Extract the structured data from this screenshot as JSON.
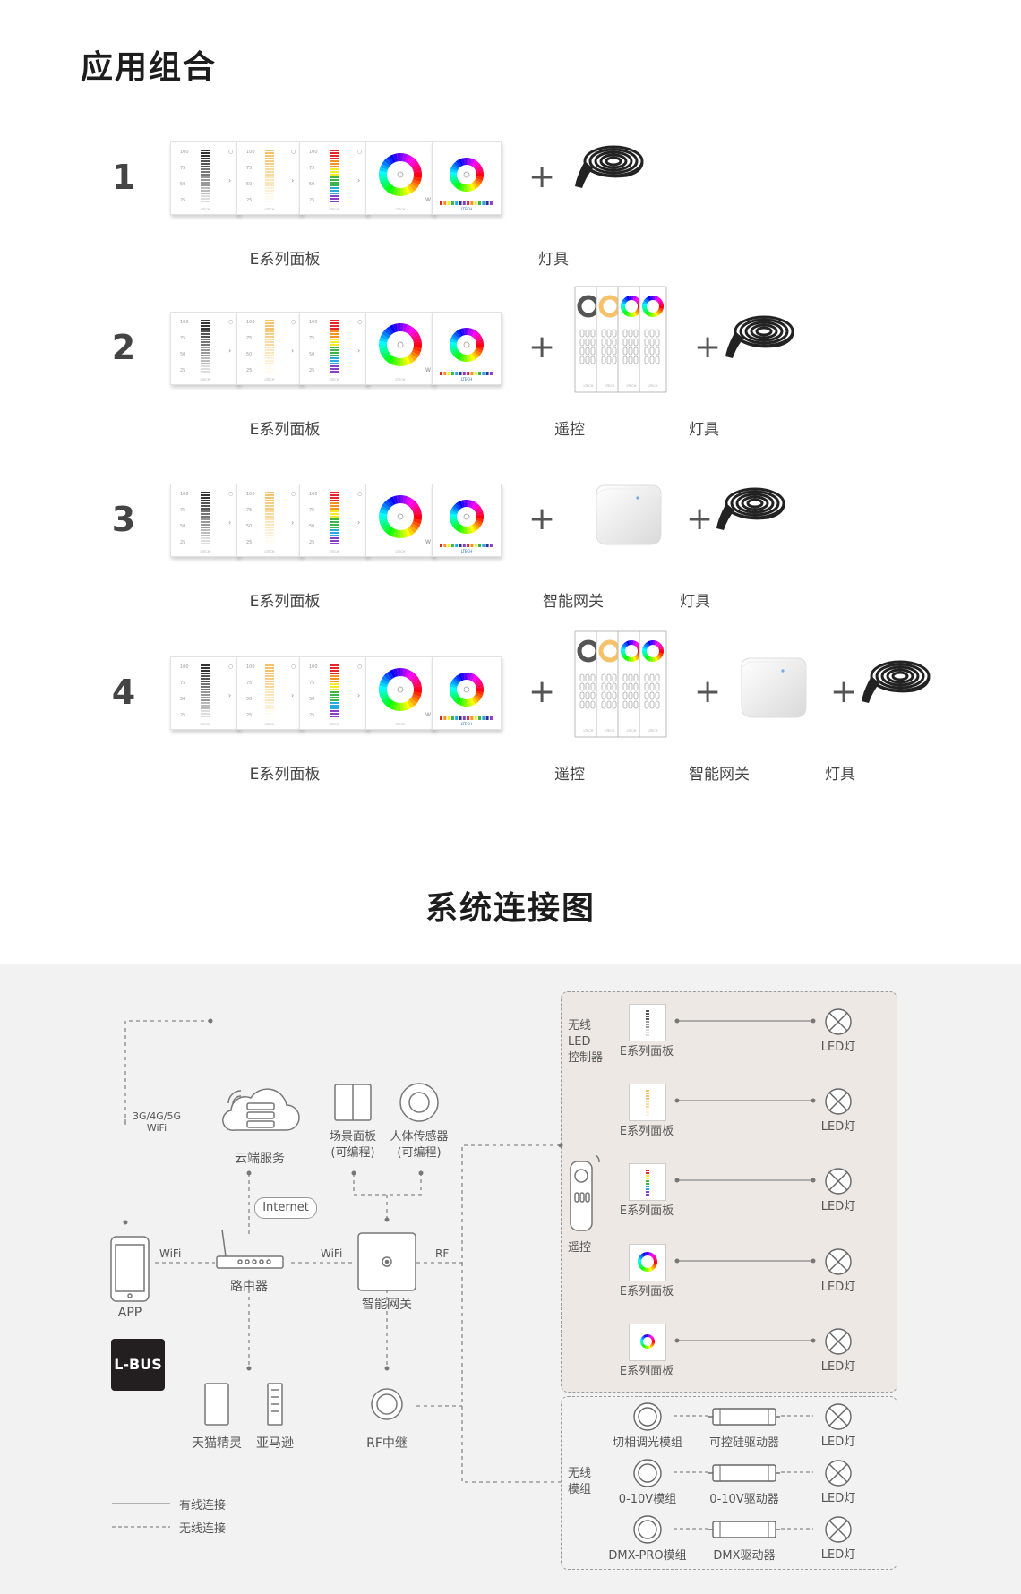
{
  "section1": {
    "title": "应用组合"
  },
  "combos": [
    {
      "num": "1",
      "items": [
        "E系列面板",
        "灯具"
      ]
    },
    {
      "num": "2",
      "items": [
        "E系列面板",
        "遥控",
        "灯具"
      ]
    },
    {
      "num": "3",
      "items": [
        "E系列面板",
        "智能网关",
        "灯具"
      ]
    },
    {
      "num": "4",
      "items": [
        "E系列面板",
        "遥控",
        "智能网关",
        "灯具"
      ]
    }
  ],
  "plus_sign": "+",
  "panel_marks": {
    "scale": [
      "100",
      "75",
      "50",
      "25"
    ],
    "brand": "LTECH",
    "w_mark": "W"
  },
  "section2": {
    "title": "系统连接图"
  },
  "diagram": {
    "net_label": "3G/4G/5G",
    "wifi_label": "WiFi",
    "cloud": "云端服务",
    "internet": "Internet",
    "app": "APP",
    "lbus": "L-BUS",
    "router": "路由器",
    "gateway": "智能网关",
    "rf": "RF",
    "scene_panel": "场景面板",
    "scene_panel_sub": "(可编程)",
    "sensor": "人体传感器",
    "sensor_sub": "(可编程)",
    "tmall": "天猫精灵",
    "amazon": "亚马逊",
    "rf_repeater": "RF中继",
    "wireless_led_ctrl": [
      "无线",
      "LED",
      "控制器"
    ],
    "remote": "遥控",
    "panel_label": "E系列面板",
    "led_label": "LED灯",
    "wireless_module": [
      "无线",
      "模组"
    ],
    "modules": [
      {
        "module": "切相调光模组",
        "driver": "可控硅驱动器"
      },
      {
        "module": "0-10V模组",
        "driver": "0-10V驱动器"
      },
      {
        "module": "DMX-PRO模组",
        "driver": "DMX驱动器"
      }
    ],
    "legend_wired": "有线连接",
    "legend_wireless": "无线连接"
  },
  "colors": {
    "lbus_bg": "#231f20",
    "wireless_box_bg": "#ede8e3",
    "line": "#777777"
  }
}
